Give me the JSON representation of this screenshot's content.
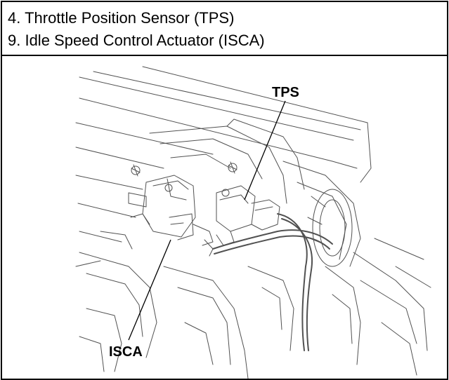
{
  "legend": {
    "item_4": "4. Throttle Position Sensor (TPS)",
    "item_9": "9. Idle Speed Control Actuator (ISCA)"
  },
  "callouts": {
    "tps": "TPS",
    "isca": "ISCA"
  }
}
